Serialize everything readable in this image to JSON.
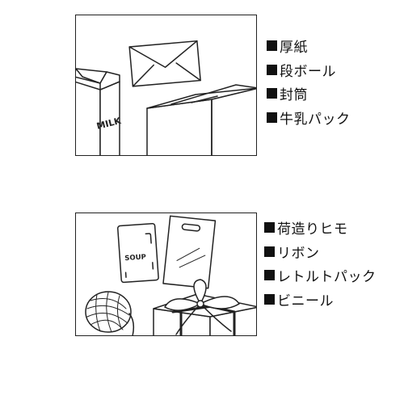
{
  "section_top": {
    "items": [
      "厚紙",
      "段ボール",
      "封筒",
      "牛乳パック"
    ],
    "carton_label": "MILK"
  },
  "section_bottom": {
    "items": [
      "荷造りヒモ",
      "リボン",
      "レトルトパック",
      "ビニール"
    ],
    "pouch_label": "SOUP"
  }
}
